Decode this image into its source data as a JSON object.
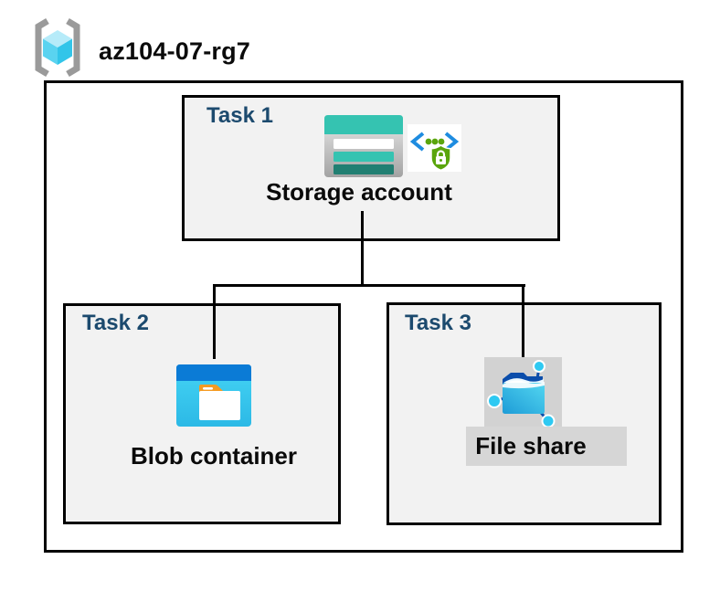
{
  "header": {
    "resource_group_name": "az104-07-rg7",
    "resource_group_icon": "resource-group-icon"
  },
  "tasks": [
    {
      "label": "Task 1",
      "resource_label": "Storage account",
      "icons": [
        "storage-account-icon",
        "secure-endpoint-icon"
      ]
    },
    {
      "label": "Task 2",
      "resource_label": "Blob container",
      "icons": [
        "blob-container-icon"
      ]
    },
    {
      "label": "Task 3",
      "resource_label": "File share",
      "icons": [
        "file-share-icon"
      ]
    }
  ],
  "connections": [
    {
      "from": "Storage account",
      "to": "Blob container"
    },
    {
      "from": "Storage account",
      "to": "File share"
    }
  ],
  "colors": {
    "heading_navy": "#1c4a6e",
    "box_fill": "#f2f2f2",
    "box_border": "#000000",
    "connector": "#000000",
    "teal": "#35c3b1",
    "teal_dark": "#217f72",
    "blue_band": "#0b7bd6",
    "folder_orange": "#f59b22",
    "endpoint_blue": "#1e8ce0",
    "endpoint_green": "#5aa50c",
    "fileshare_navy": "#0b4dab",
    "fileshare_cyan": "#2ec9f2",
    "icon_gray_bg": "#d2d2d2",
    "label_bar_gray": "#d6d6d6",
    "bracket_gray": "#9a9a9a"
  }
}
